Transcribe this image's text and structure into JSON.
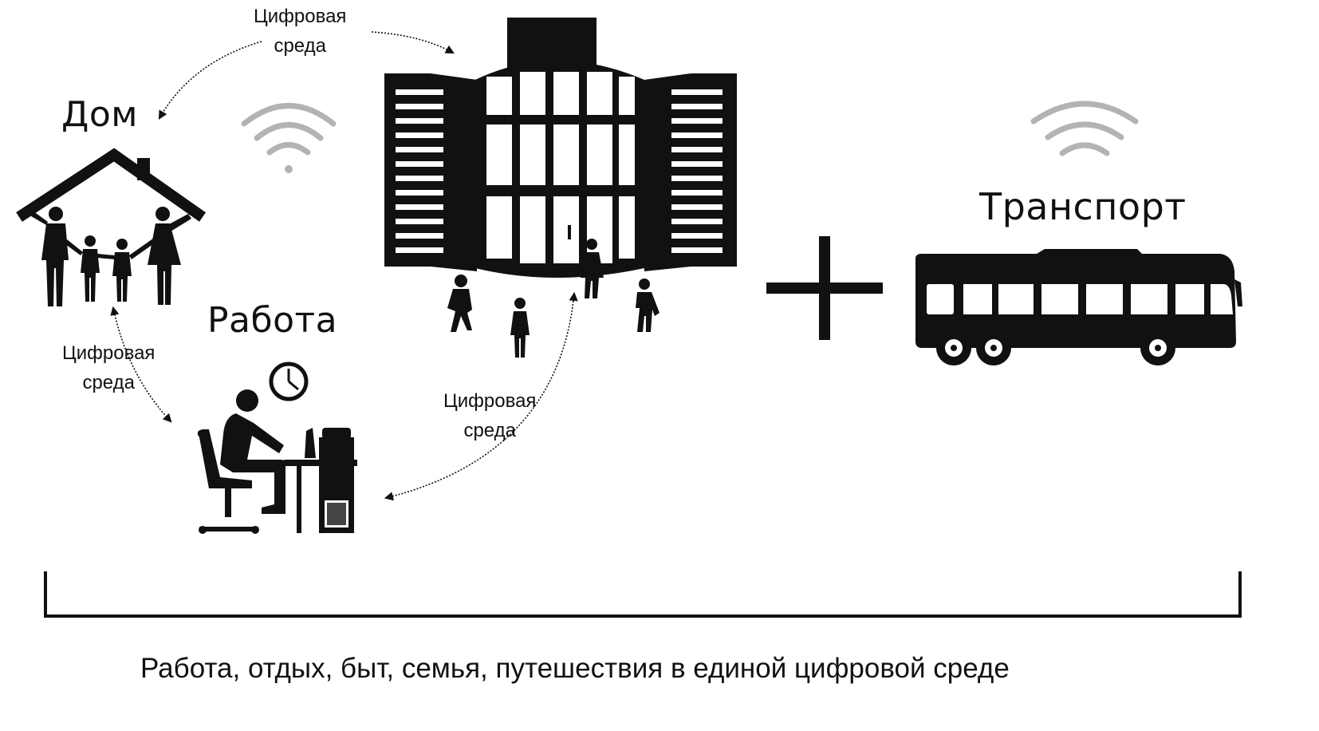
{
  "nodes": {
    "home": "Дом",
    "work": "Работа",
    "transport": "Транспорт"
  },
  "edges": {
    "top": {
      "line1": "Цифровая",
      "line2": "среда"
    },
    "left": {
      "line1": "Цифровая",
      "line2": "среда"
    },
    "right": {
      "line1": "Цифровая",
      "line2": "среда"
    }
  },
  "plus": "+",
  "caption": "Работа, отдых, быт, семья, путешествия в единой цифровой среде",
  "icons": [
    "house-family-icon",
    "office-building-icon",
    "office-worker-icon",
    "clock-icon",
    "bus-icon",
    "wifi-icon",
    "pedestrian-icon"
  ],
  "colors": {
    "ink": "#111111",
    "wifi": "#9a9a9a"
  }
}
